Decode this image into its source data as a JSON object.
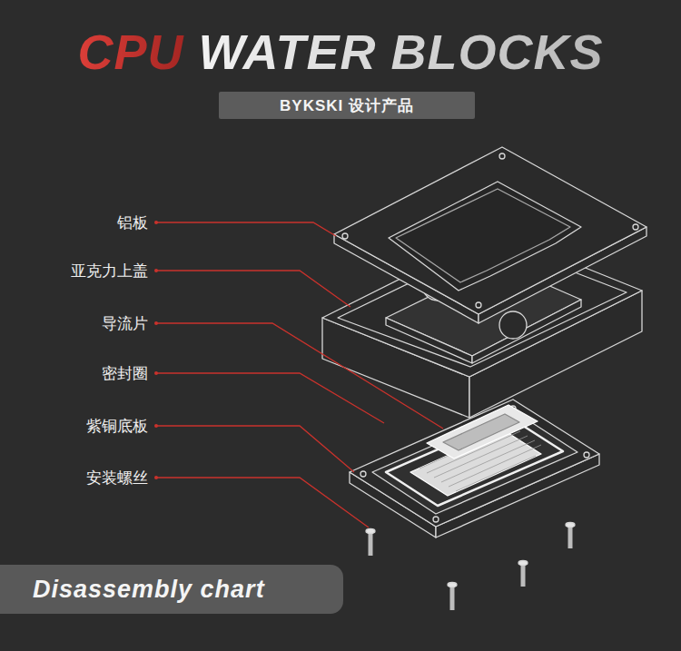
{
  "diagram": {
    "title": "CPU WATER BLOCKS",
    "nodes": [
      {
        "text": [
          "BYKSKI 设计产品"
        ]
      },
      {
        "text": [
          "Disassembly chart"
        ]
      }
    ],
    "labels": [
      "铝板",
      "亚克力上盖",
      "导流片",
      "密封圈",
      "紫铜底板",
      "安装螺丝"
    ]
  }
}
